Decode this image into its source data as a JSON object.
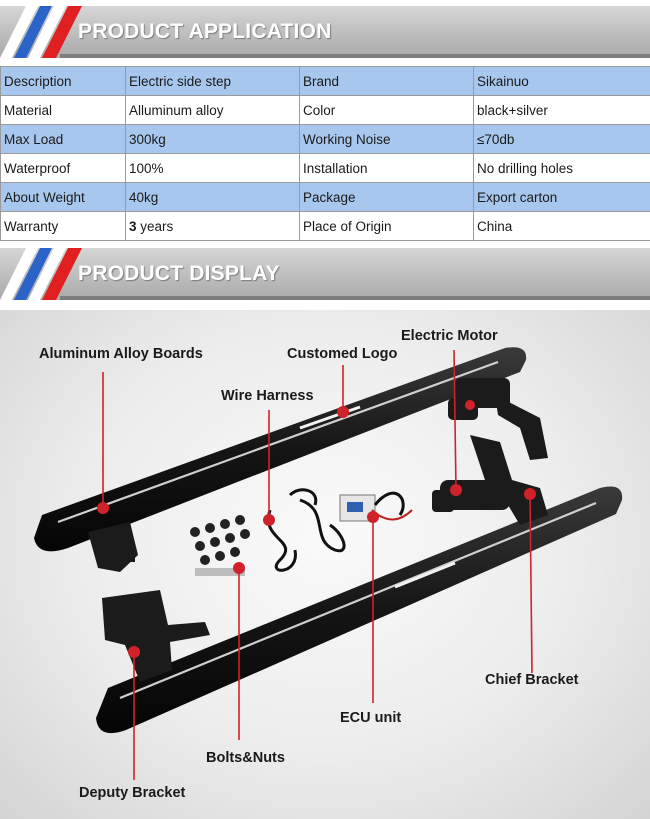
{
  "sections": {
    "application_title": "PRODUCT APPLICATION",
    "display_title": "PRODUCT DISPLAY"
  },
  "spec_table": [
    [
      "Description",
      "Electric side step",
      "Brand",
      "Sikainuo"
    ],
    [
      "Material",
      "Alluminum alloy",
      "Color",
      "black+silver"
    ],
    [
      "Max Load",
      "300kg",
      "Working Noise",
      "≤70db"
    ],
    [
      "Waterproof",
      "100%",
      "Installation",
      "No drilling holes"
    ],
    [
      "About Weight",
      "40kg",
      "Package",
      "Export carton"
    ],
    [
      "Warranty",
      "3 years",
      "Place of Origin",
      "China"
    ]
  ],
  "warranty_number": "3",
  "warranty_unit": " years",
  "callouts": {
    "aluminum_alloy_boards": "Aluminum Alloy Boards",
    "customed_logo": "Customed Logo",
    "electric_motor": "Electric Motor",
    "wire_harness": "Wire Harness",
    "chief_bracket": "Chief Bracket",
    "ecu_unit": "ECU unit",
    "bolts_nuts": "Bolts&Nuts",
    "deputy_bracket": "Deputy Bracket"
  },
  "colors": {
    "table_blue": "#a8c7ee",
    "callout_red": "#d0222a",
    "stripe_blue": "#2b63c9",
    "stripe_red": "#e02020",
    "stripe_white": "#ffffff"
  }
}
